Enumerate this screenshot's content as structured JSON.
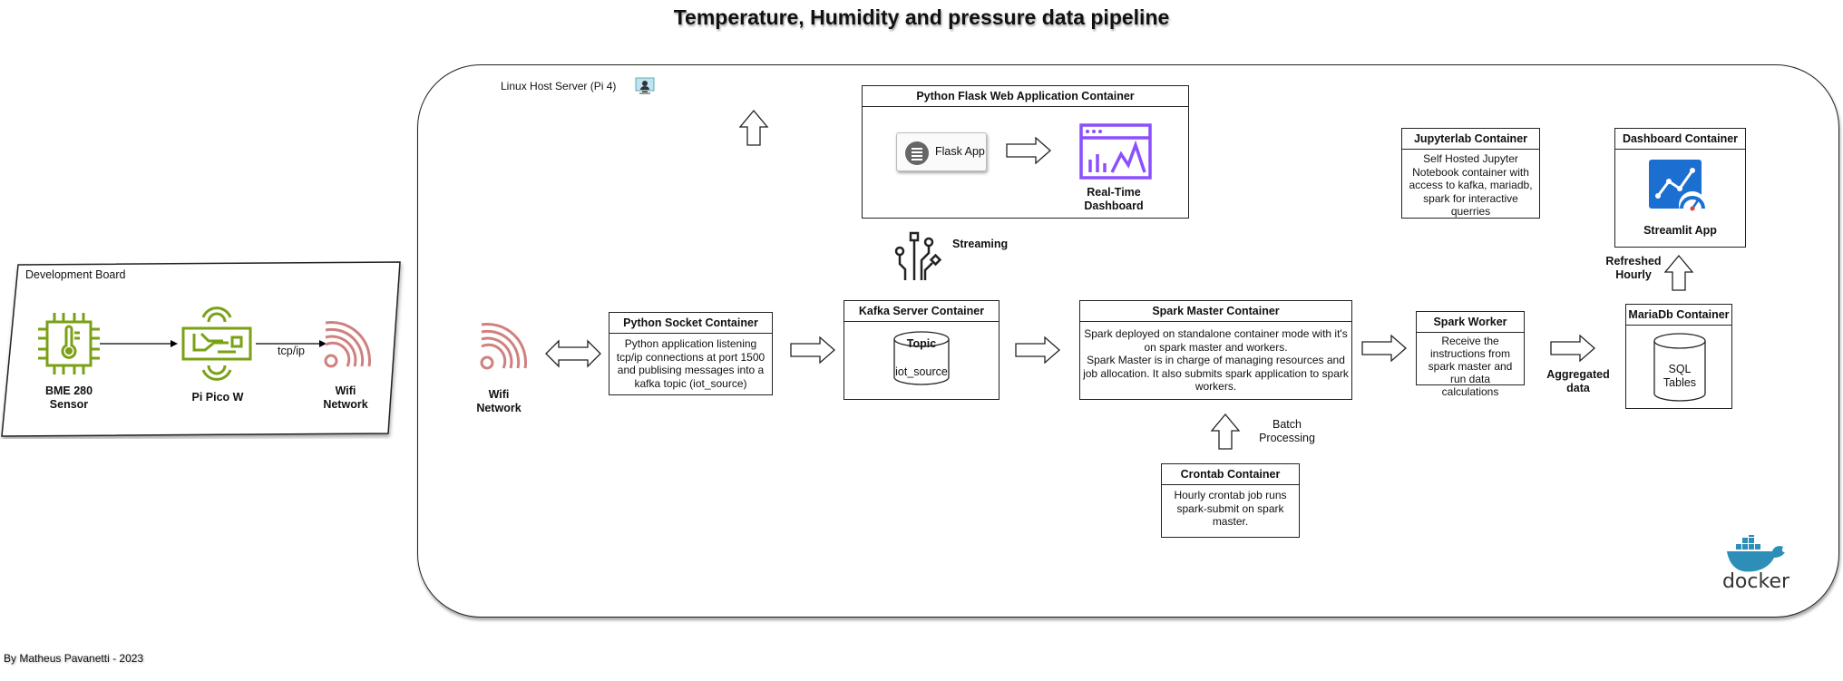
{
  "title": "Temperature, Humidity and pressure data pipeline",
  "footer": "By Matheus Pavanetti - 2023",
  "dev_board": {
    "title": "Development Board",
    "sensor_label": "BME 280\nSensor",
    "pico_label": "Pi Pico W",
    "wifi_label": "Wifi\nNetwork",
    "link_label": "tcp/ip"
  },
  "host": {
    "label": "Linux Host Server (Pi 4)",
    "wifi_label": "Wifi\nNetwork"
  },
  "socket": {
    "title": "Python Socket Container",
    "body": "Python application listening tcp/ip connections at port 1500 and publising messages into a kafka topic (iot_source)"
  },
  "kafka": {
    "title": "Kafka Server Container",
    "topic_title": "Topic",
    "topic_name": "iot_source",
    "streaming_label": "Streaming"
  },
  "flask_container": {
    "title": "Python Flask Web Application Container",
    "app_label": "Flask App",
    "dashboard_label": "Real-Time\nDashboard"
  },
  "spark_master": {
    "title": "Spark Master Container",
    "body": "Spark deployed on standalone container mode with it's on spark master and workers.\nSpark Master is in charge of managing resources and job allocation. It also submits spark application to spark workers."
  },
  "batch_label": "Batch\nProcessing",
  "crontab": {
    "title": "Crontab Container",
    "body": "Hourly crontab job runs spark-submit on spark master."
  },
  "spark_worker": {
    "title": "Spark Worker",
    "body": "Receive the instructions from spark master and run data calculations"
  },
  "aggregated_label": "Aggregated\ndata",
  "mariadb": {
    "title": "MariaDb Container",
    "table_label": "SQL\nTables"
  },
  "refreshed_label": "Refreshed\nHourly",
  "jupyter": {
    "title": "Jupyterlab Container",
    "body": "Self Hosted Jupyter Notebook container with access to kafka, mariadb, spark for interactive querries"
  },
  "dashboard": {
    "title": "Dashboard Container",
    "app_label": "Streamlit App"
  },
  "docker_label": "docker",
  "colors": {
    "iot_green": "#7aa116",
    "wifi_red": "#d08080",
    "dashboard_purple": "#8c4fff",
    "streamlit_blue": "#1b6fd1",
    "docker_blue": "#2d8eb8"
  }
}
